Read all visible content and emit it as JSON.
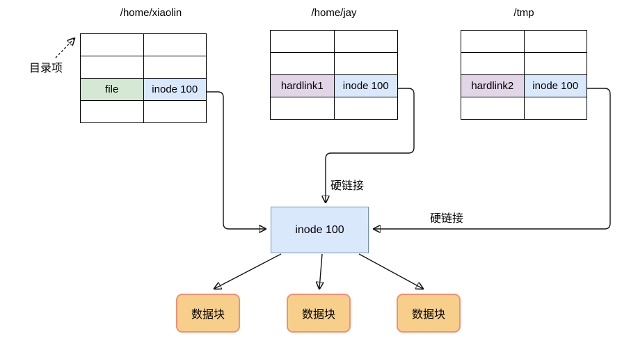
{
  "diagram": {
    "annotations": {
      "directory_entry": "目录项",
      "hardlink_top": "硬链接",
      "hardlink_right": "硬链接"
    },
    "directory_tables": [
      {
        "title": "/home/xiaolin",
        "highlighted_row": {
          "name": "file",
          "inode": "inode 100"
        }
      },
      {
        "title": "/home/jay",
        "highlighted_row": {
          "name": "hardlink1",
          "inode": "inode 100"
        }
      },
      {
        "title": "/tmp",
        "highlighted_row": {
          "name": "hardlink2",
          "inode": "inode 100"
        }
      }
    ],
    "inode_box": {
      "label": "inode 100"
    },
    "data_blocks": [
      {
        "label": "数据块"
      },
      {
        "label": "数据块"
      },
      {
        "label": "数据块"
      }
    ],
    "colors": {
      "file_name_cell": "#d5e8d4",
      "hardlink_name_cell": "#e1d5e7",
      "inode_cell": "#dae8fc",
      "inode_box_fill": "#dae8fc",
      "inode_box_border": "#6c8ebf",
      "data_block_fill": "#f7cf8b",
      "data_block_border": "#f19076",
      "table_border": "#000000",
      "arrow": "#141414",
      "background": "#ffffff"
    }
  }
}
